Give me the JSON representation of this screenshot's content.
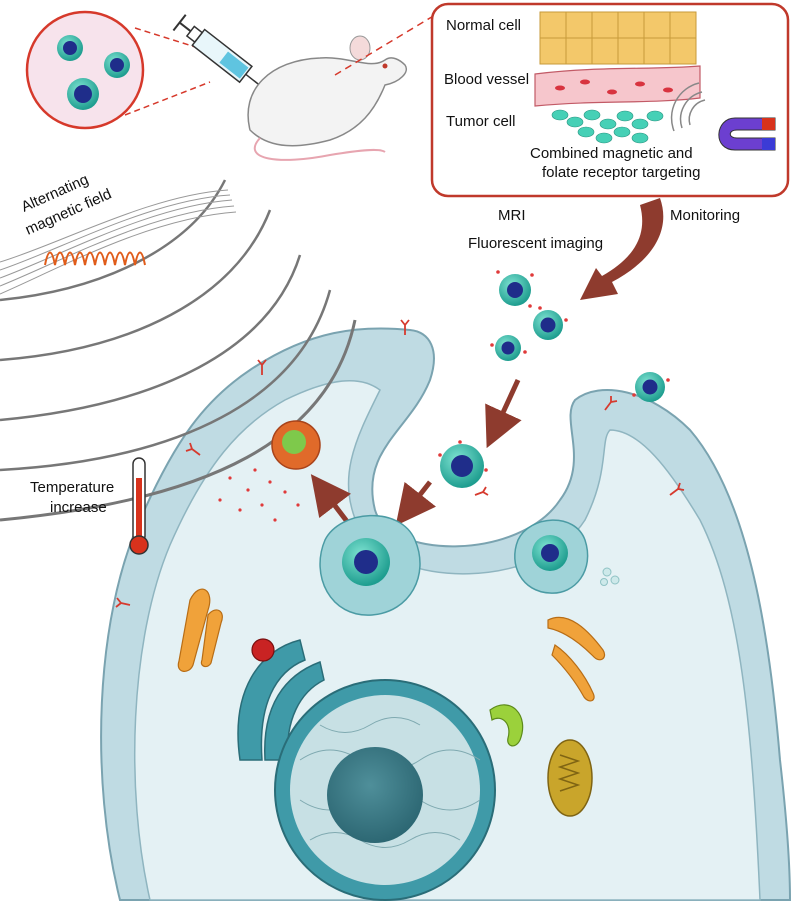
{
  "panel": {
    "normal_cell": "Normal cell",
    "blood_vessel": "Blood vessel",
    "tumor_cell": "Tumor cell",
    "targeting_line1": "Combined magnetic and",
    "targeting_line2": "folate receptor targeting"
  },
  "labels": {
    "mri": "MRI",
    "monitoring": "Monitoring",
    "fluorescent": "Fluorescent imaging",
    "field_line1": "Alternating",
    "field_line2": "magnetic field",
    "temp_line1": "Temperature",
    "temp_line2": "increase"
  },
  "colors": {
    "panel_border": "#c0392b",
    "arrow": "#8e3b2e",
    "cell_fill": "#e4f1f4",
    "membrane": "#a9ccd6",
    "nanoparticle_shell": "#3fbfb0",
    "nanoparticle_core": "#1f2d8a"
  }
}
